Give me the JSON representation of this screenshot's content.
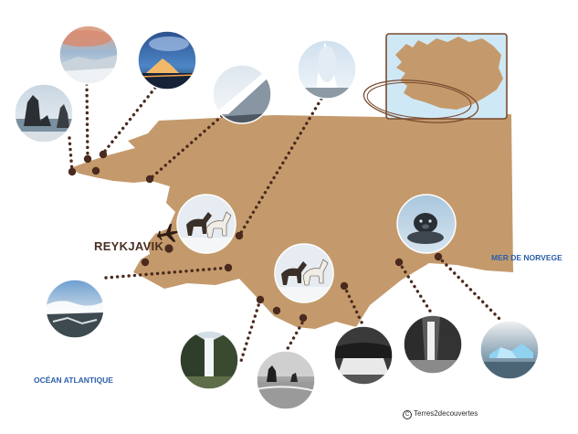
{
  "labels": {
    "city": "REYKJAVIK",
    "sea_east": "MER DE NORVEGE",
    "sea_west": "OCÉAN ATLANTIQUE",
    "credit": "Terres2decouvertes",
    "copyright_symbol": "C"
  },
  "colors": {
    "land": "#c49a6c",
    "dots": "#4a2a1e",
    "sea_text": "#2a5fa8",
    "inset_water": "#cfe8f6",
    "inset_border": "#7a4a2e"
  },
  "photos": [
    {
      "id": "west-coast-sea-stacks",
      "theme": "rocky-coast"
    },
    {
      "id": "snaefellsnes-sunset-glacier",
      "theme": "snow-sunset"
    },
    {
      "id": "kirkjufell-blue-hour",
      "theme": "mountain-dusk"
    },
    {
      "id": "snowy-mountain-slope",
      "theme": "snow-slope"
    },
    {
      "id": "geysir-eruption",
      "theme": "geyser"
    },
    {
      "id": "icelandic-horses-north",
      "theme": "horses"
    },
    {
      "id": "seal-east",
      "theme": "seal"
    },
    {
      "id": "reykjanes-coast",
      "theme": "coast-waves"
    },
    {
      "id": "icelandic-horses-south",
      "theme": "horses"
    },
    {
      "id": "seljalandsfoss",
      "theme": "waterfall-green"
    },
    {
      "id": "reynisdrangar",
      "theme": "sea-stacks-bw"
    },
    {
      "id": "skogafoss-bw",
      "theme": "waterfall-bw"
    },
    {
      "id": "svartifoss-bw",
      "theme": "basalt-falls-bw"
    },
    {
      "id": "jokulsarlon-icebergs",
      "theme": "iceberg"
    }
  ],
  "icons": [
    "airplane-icon",
    "copyright-icon",
    "iceland-inset-map"
  ]
}
